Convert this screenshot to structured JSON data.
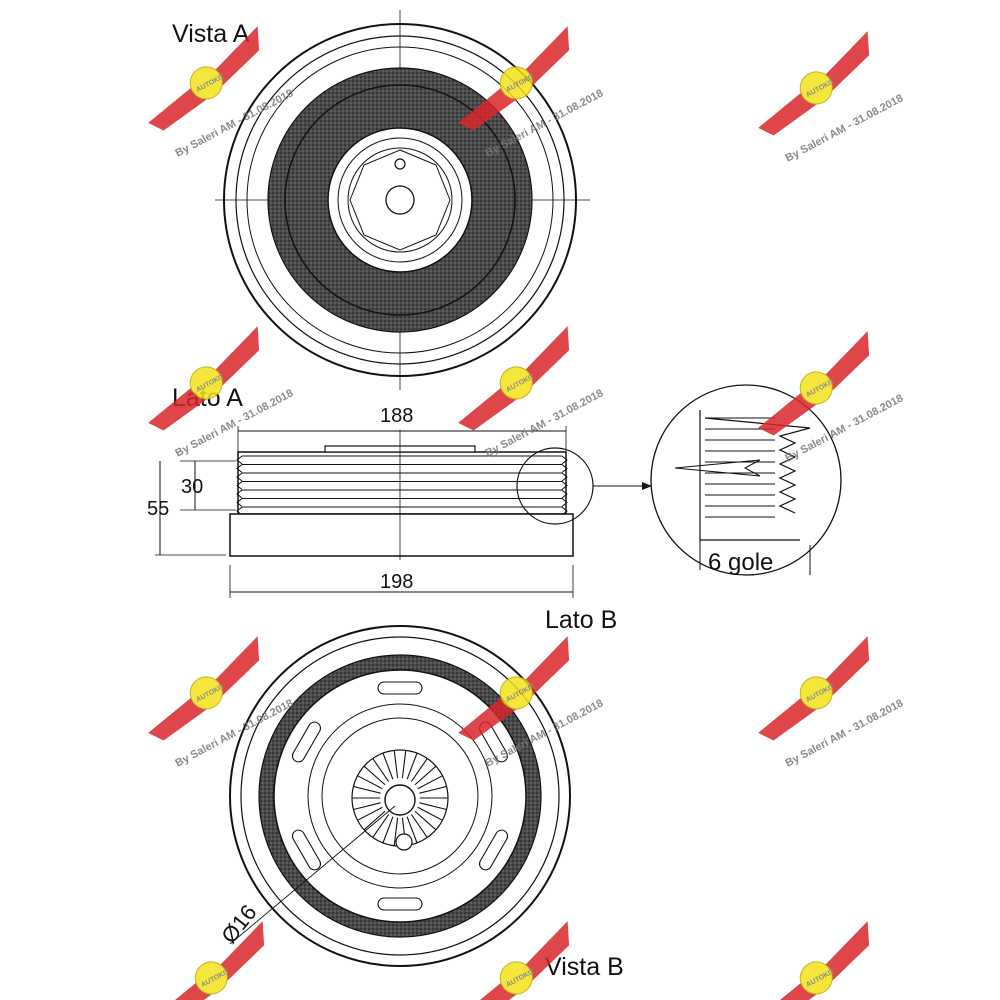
{
  "labels": {
    "vista_a": "Vista A",
    "lato_a": "Lato A",
    "lato_b": "Lato B",
    "vista_b": "Vista B"
  },
  "dimensions": {
    "top_width": "188",
    "bottom_width": "198",
    "groove_height": "30",
    "total_height": "55",
    "hole_diameter": "Ø16",
    "grooves": "6 gole"
  },
  "watermark": {
    "text": "By Saleri AM - 31.08.2018",
    "logo_text": "AUTOKIT",
    "colors": {
      "wing": "#d9262b",
      "ball": "#f3e21a"
    }
  },
  "colors": {
    "line": "#111111",
    "fill_dark": "#3f3f3f",
    "fill_mid": "#7a7a7a"
  }
}
